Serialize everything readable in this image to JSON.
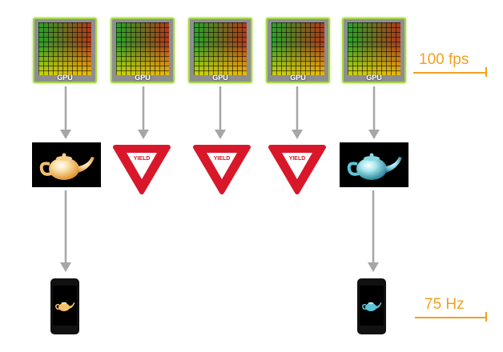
{
  "gpu_label": "GPU",
  "yield_text": "YIELD",
  "labels": {
    "fps": "100 fps",
    "hz": "75 Hz"
  },
  "colors": {
    "arrow": "#a6a6a6",
    "accent": "#f0a020",
    "yield_red": "#d8182a",
    "teapot_warm": "#f7c36a",
    "teapot_cool": "#5cc4d8"
  }
}
